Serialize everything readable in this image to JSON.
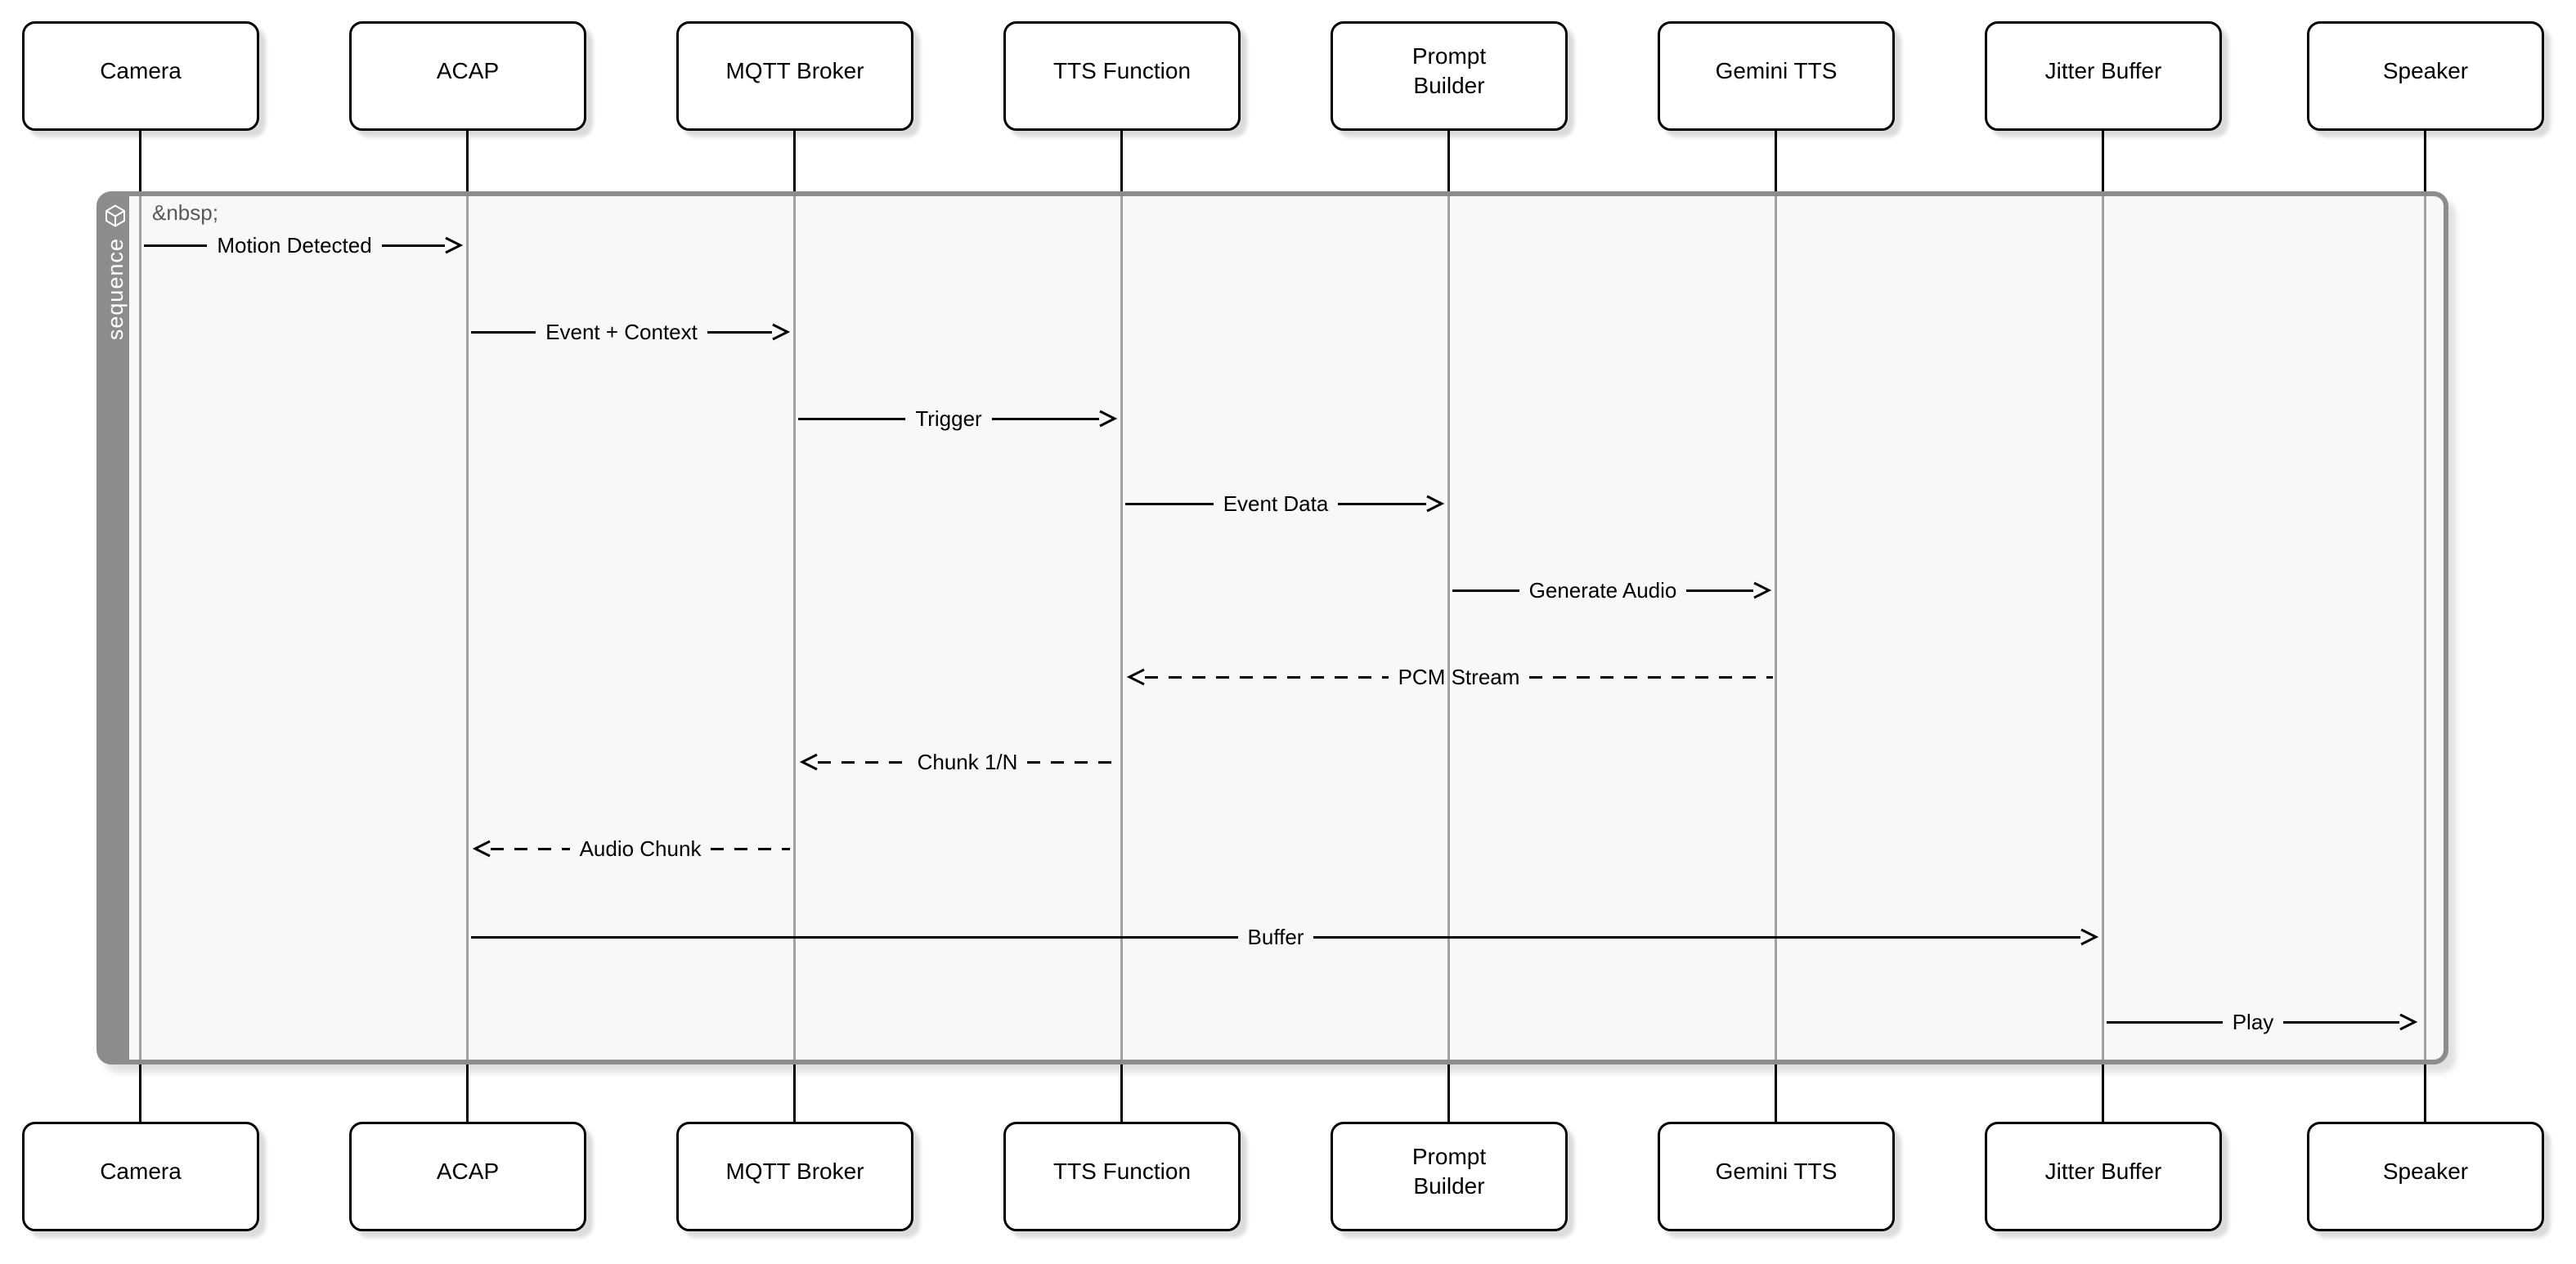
{
  "diagram": {
    "type": "uml-sequence",
    "frame": {
      "label": "sequence",
      "placeholder_text": "&nbsp;",
      "bar_color": "#8c8c8c",
      "fill_color": "#f6f6f6"
    },
    "participants": [
      {
        "name": "Camera"
      },
      {
        "name": "ACAP"
      },
      {
        "name": "MQTT Broker"
      },
      {
        "name": "TTS Function"
      },
      {
        "name": "Prompt\nBuilder"
      },
      {
        "name": "Gemini TTS"
      },
      {
        "name": "Jitter Buffer"
      },
      {
        "name": "Speaker"
      }
    ],
    "messages": [
      {
        "label": "Motion Detected",
        "from": "Camera",
        "to": "ACAP",
        "line": "solid",
        "direction": "right"
      },
      {
        "label": "Event + Context",
        "from": "ACAP",
        "to": "MQTT Broker",
        "line": "solid",
        "direction": "right"
      },
      {
        "label": "Trigger",
        "from": "MQTT Broker",
        "to": "TTS Function",
        "line": "solid",
        "direction": "right"
      },
      {
        "label": "Event Data",
        "from": "TTS Function",
        "to": "Prompt Builder",
        "line": "solid",
        "direction": "right"
      },
      {
        "label": "Generate Audio",
        "from": "Prompt Builder",
        "to": "Gemini TTS",
        "line": "solid",
        "direction": "right"
      },
      {
        "label": "PCM Stream",
        "from": "Gemini TTS",
        "to": "TTS Function",
        "line": "dashed",
        "direction": "left"
      },
      {
        "label": "Chunk 1/N",
        "from": "TTS Function",
        "to": "MQTT Broker",
        "line": "dashed",
        "direction": "left"
      },
      {
        "label": "Audio Chunk",
        "from": "MQTT Broker",
        "to": "ACAP",
        "line": "dashed",
        "direction": "left"
      },
      {
        "label": "Buffer",
        "from": "ACAP",
        "to": "Jitter Buffer",
        "line": "solid",
        "direction": "right"
      },
      {
        "label": "Play",
        "from": "Jitter Buffer",
        "to": "Speaker",
        "line": "solid",
        "direction": "right"
      }
    ],
    "colors": {
      "shape_stroke": "#000000",
      "shape_fill": "#ffffff",
      "frame_gray": "#8c8c8c",
      "placeholder_gray": "#595959",
      "background": "#ffffff"
    }
  }
}
